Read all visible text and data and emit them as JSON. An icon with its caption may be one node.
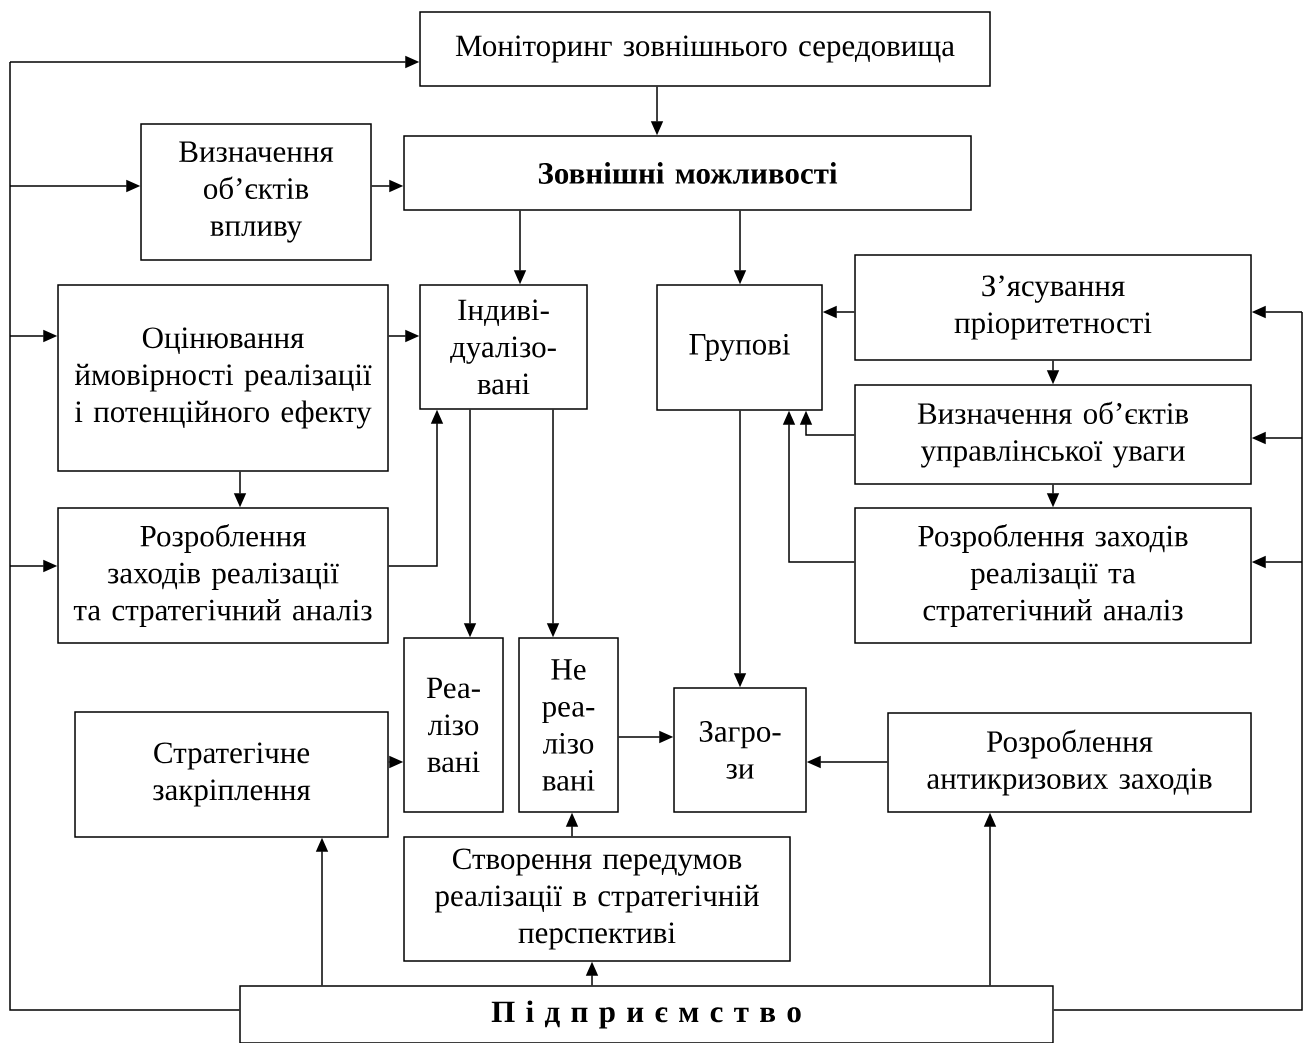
{
  "diagram": {
    "nodes": [
      {
        "text": [
          "Моніторинг зовнішнього середовища"
        ]
      },
      {
        "text": [
          "Визначення об’єктів впливу"
        ]
      },
      {
        "text": [
          "Зовнішні можливості"
        ]
      },
      {
        "text": [
          "Оцінювання ймовірності реалізації і потенційного ефекту"
        ]
      },
      {
        "text": [
          "Індиві- дуалізо- вані"
        ]
      },
      {
        "text": [
          "Групові"
        ]
      },
      {
        "text": [
          "З’ясування пріоритетності"
        ]
      },
      {
        "text": [
          "Визначення об’єктів управлінської уваги"
        ]
      },
      {
        "text": [
          "Розроблення заходів реалізації та стратегічний аналіз"
        ]
      },
      {
        "text": [
          "Розроблення заходів реалізації та стратегічний аналіз"
        ]
      },
      {
        "text": [
          "Реа- лізо вані"
        ]
      },
      {
        "text": [
          "Не реа- лізо вані"
        ]
      },
      {
        "text": [
          "Загро- зи"
        ]
      },
      {
        "text": [
          "Стратегічне закріплення"
        ]
      },
      {
        "text": [
          "Розроблення антикризових заходів"
        ]
      },
      {
        "text": [
          "Створення передумов реалізації в стратегічній перспективі"
        ]
      },
      {
        "text": [
          "П і д п р и є м с т в о"
        ]
      }
    ],
    "edges": [
      {
        "from": 16,
        "to": 0,
        "arrow": "to"
      },
      {
        "from": 16,
        "to": 1,
        "arrow": "to"
      },
      {
        "from": 16,
        "to": 3,
        "arrow": "to"
      },
      {
        "from": 16,
        "to": 8,
        "arrow": "to"
      },
      {
        "from": 16,
        "to": 6,
        "arrow": "to"
      },
      {
        "from": 16,
        "to": 7,
        "arrow": "to"
      },
      {
        "from": 16,
        "to": 9,
        "arrow": "to"
      },
      {
        "from": 0,
        "to": 2,
        "arrow": "to"
      },
      {
        "from": 1,
        "to": 2,
        "arrow": "to"
      },
      {
        "from": 2,
        "to": 4,
        "arrow": "to"
      },
      {
        "from": 2,
        "to": 5,
        "arrow": "to"
      },
      {
        "from": 3,
        "to": 4,
        "arrow": "to"
      },
      {
        "from": 3,
        "to": 8,
        "arrow": "to"
      },
      {
        "from": 8,
        "to": 4,
        "arrow": "to"
      },
      {
        "from": 6,
        "to": 5,
        "arrow": "to"
      },
      {
        "from": 6,
        "to": 7,
        "arrow": "to"
      },
      {
        "from": 7,
        "to": 5,
        "arrow": "to"
      },
      {
        "from": 7,
        "to": 9,
        "arrow": "to"
      },
      {
        "from": 9,
        "to": 5,
        "arrow": "to"
      },
      {
        "from": 4,
        "to": 10,
        "arrow": "to"
      },
      {
        "from": 4,
        "to": 11,
        "arrow": "to"
      },
      {
        "from": 5,
        "to": 12,
        "arrow": "to"
      },
      {
        "from": 11,
        "to": 12,
        "arrow": "to"
      },
      {
        "from": 13,
        "to": 10,
        "arrow": "to"
      },
      {
        "from": 14,
        "to": 12,
        "arrow": "to"
      },
      {
        "from": 15,
        "to": 11,
        "arrow": "to"
      },
      {
        "from": 16,
        "to": 13,
        "arrow": "to"
      },
      {
        "from": 16,
        "to": 15,
        "arrow": "to"
      },
      {
        "from": 16,
        "to": 14,
        "arrow": "to"
      }
    ]
  }
}
